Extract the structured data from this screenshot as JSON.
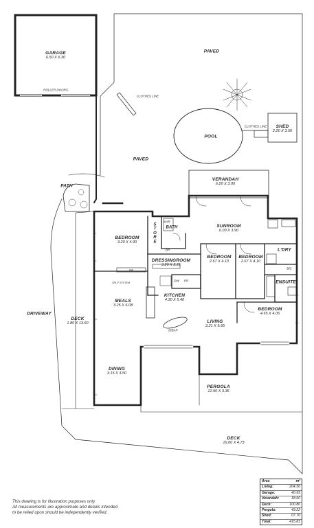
{
  "rooms": {
    "garage": {
      "name": "GARAGE",
      "dim": "6.50 X 6.30",
      "note": "ROLLER DOORS"
    },
    "paved_top": {
      "name": "PAVED"
    },
    "paved_mid": {
      "name": "PAVED"
    },
    "pool": {
      "name": "POOL"
    },
    "shed": {
      "name": "SHED",
      "dim": "2.20 X 3.50"
    },
    "clothes_line_1": {
      "name": "CLOTHES LINE"
    },
    "clothes_line_2": {
      "name": "CLOTHES LINE"
    },
    "path": {
      "name": "PATH"
    },
    "verandah": {
      "name": "VERANDAH",
      "dim": "6.20 X 3.00"
    },
    "sunroom": {
      "name": "SUNROOM",
      "dim": "6.00 X 3.90"
    },
    "store": {
      "name": "STORE"
    },
    "shr": {
      "name": "SHR"
    },
    "bath": {
      "name": "BATH"
    },
    "bedroom_1": {
      "name": "BEDROOM",
      "dim": "3.20 X 4.90"
    },
    "dressing": {
      "name": "DRESSINGROOM",
      "dim": "3.20 X 2.21"
    },
    "bedroom_2": {
      "name": "BEDROOM",
      "dim": "2.67 X 4.10"
    },
    "bedroom_3": {
      "name": "BEDROOM",
      "dim": "2.67 X 4.10"
    },
    "laundry": {
      "name": "L'DRY"
    },
    "ensuite": {
      "name": "ENSUITE"
    },
    "bedroom_4": {
      "name": "BEDROOM",
      "dim": "4.65 X 4.05"
    },
    "meals": {
      "name": "MEALS",
      "dim": "3.25 X 6.08"
    },
    "kitchen": {
      "name": "KITCHEN",
      "dim": "4.30 X 5.40"
    },
    "living": {
      "name": "LIVING",
      "dim": "3.21 X 9.55"
    },
    "deck_side": {
      "name": "DECK",
      "dim": "1.85 X 13.60"
    },
    "driveway": {
      "name": "DRIVEWAY"
    },
    "dining": {
      "name": "DINING",
      "dim": "3.15 X 3.50"
    },
    "pergola": {
      "name": "PERGOLA",
      "dim": "12.90 X 3.35"
    },
    "deck_main": {
      "name": "DECK",
      "dim": "16.00 X 4.73"
    }
  },
  "fixtures": {
    "br1": "BR",
    "br2": "BR",
    "br3": "B/C",
    "dw": "DW",
    "pr": "PR",
    "bbar": "B/BAR",
    "split_system": "SPLIT SYSTEM"
  },
  "disclaimer": [
    "This drawing is for illustration purposes only.",
    "All measurements are approximate and details intended",
    "to be relied upon should be independently verified."
  ],
  "area_table": {
    "header": {
      "label": "Area",
      "unit": "m²"
    },
    "rows": [
      {
        "label": "Living:",
        "value": "204.56"
      },
      {
        "label": "Garage:",
        "value": "40.95"
      },
      {
        "label": "Verandah:",
        "value": "18.60"
      },
      {
        "label": "Deck:",
        "value": "100.80"
      },
      {
        "label": "Pergola:",
        "value": "43.22"
      },
      {
        "label": "Shed:",
        "value": "07.70"
      },
      {
        "label": "Total:",
        "value": "415.83"
      }
    ]
  }
}
